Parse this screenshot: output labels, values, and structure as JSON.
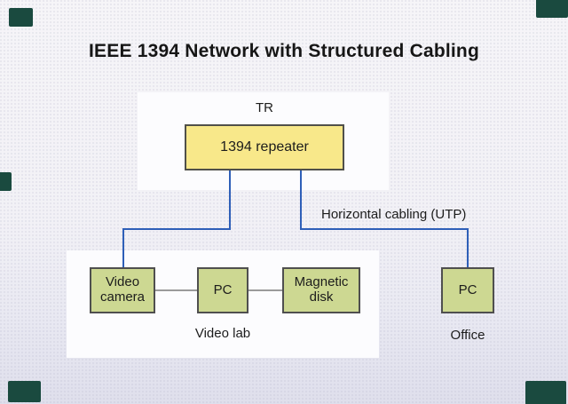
{
  "title": "IEEE 1394 Network with Structured Cabling",
  "diagram": {
    "tr_label": "TR",
    "repeater_label": "1394 repeater",
    "cabling_label": "Horizontal cabling (UTP)",
    "video_lab": {
      "caption": "Video lab",
      "devices": [
        "Video camera",
        "PC",
        "Magnetic disk"
      ]
    },
    "office": {
      "caption": "Office",
      "device": "PC"
    }
  },
  "colors": {
    "repeater_fill": "#f8e88a",
    "device_fill": "#cdd892",
    "box_border": "#50504a",
    "cable_blue": "#2e5fb8",
    "connector_gray": "#9b9b9b",
    "panel_white": "#fcfcfe",
    "background_top": "#f6f5f8",
    "background_bottom": "#dfdfec",
    "corner_mark": "#1a4a3f",
    "text": "#1c1c1c"
  }
}
